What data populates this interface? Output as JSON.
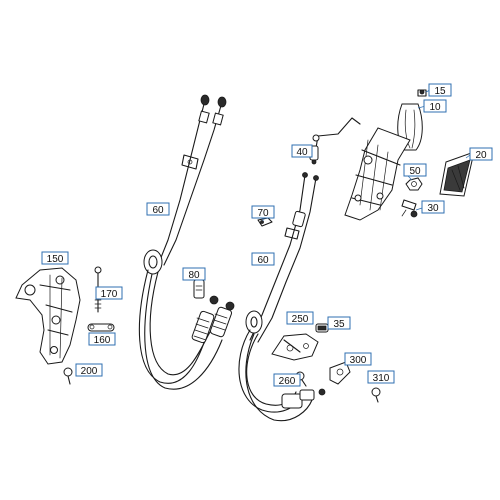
{
  "callouts": [
    {
      "id": "c15",
      "label": "15"
    },
    {
      "id": "c10",
      "label": "10"
    },
    {
      "id": "c20",
      "label": "20"
    },
    {
      "id": "c40",
      "label": "40"
    },
    {
      "id": "c50",
      "label": "50"
    },
    {
      "id": "c30",
      "label": "30"
    },
    {
      "id": "c60a",
      "label": "60"
    },
    {
      "id": "c70",
      "label": "70"
    },
    {
      "id": "c60b",
      "label": "60"
    },
    {
      "id": "c150",
      "label": "150"
    },
    {
      "id": "c80",
      "label": "80"
    },
    {
      "id": "c170",
      "label": "170"
    },
    {
      "id": "c160",
      "label": "160"
    },
    {
      "id": "c250",
      "label": "250"
    },
    {
      "id": "c35",
      "label": "35"
    },
    {
      "id": "c200",
      "label": "200"
    },
    {
      "id": "c300",
      "label": "300"
    },
    {
      "id": "c260",
      "label": "260"
    },
    {
      "id": "c310",
      "label": "310"
    }
  ],
  "colors": {
    "callout_border": "#2f6fb0",
    "line_art": "#1a1a1a",
    "background": "#ffffff"
  }
}
